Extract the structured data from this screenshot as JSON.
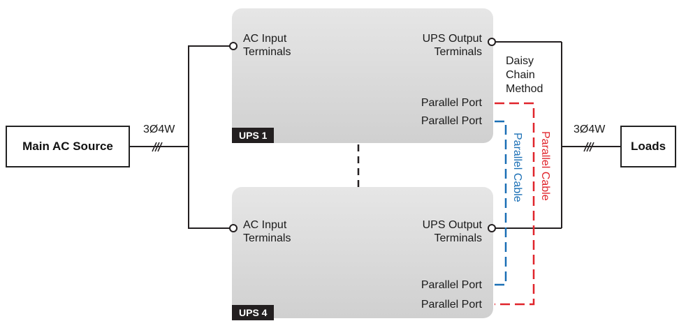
{
  "source_box": "Main AC Source",
  "loads_box": "Loads",
  "source_phase": "3Ø4W",
  "load_phase": "3Ø4W",
  "ups1": {
    "tag": "UPS 1",
    "ac_input": [
      "AC Input",
      "Terminals"
    ],
    "output": [
      "UPS Output",
      "Terminals"
    ],
    "parallel_port_1": "Parallel Port",
    "parallel_port_2": "Parallel Port"
  },
  "ups4": {
    "tag": "UPS 4",
    "ac_input": [
      "AC Input",
      "Terminals"
    ],
    "output": [
      "UPS Output",
      "Terminals"
    ],
    "parallel_port_1": "Parallel Port",
    "parallel_port_2": "Parallel Port"
  },
  "daisy_chain": [
    "Daisy",
    "Chain",
    "Method"
  ],
  "cables": {
    "blue_label": "Parallel Cable",
    "red_label": "Parallel Cable",
    "blue_color": "#1a6fb5",
    "red_color": "#e0242b"
  },
  "colors": {
    "ups_fill": "#d9d9d9",
    "line": "#231f20"
  }
}
